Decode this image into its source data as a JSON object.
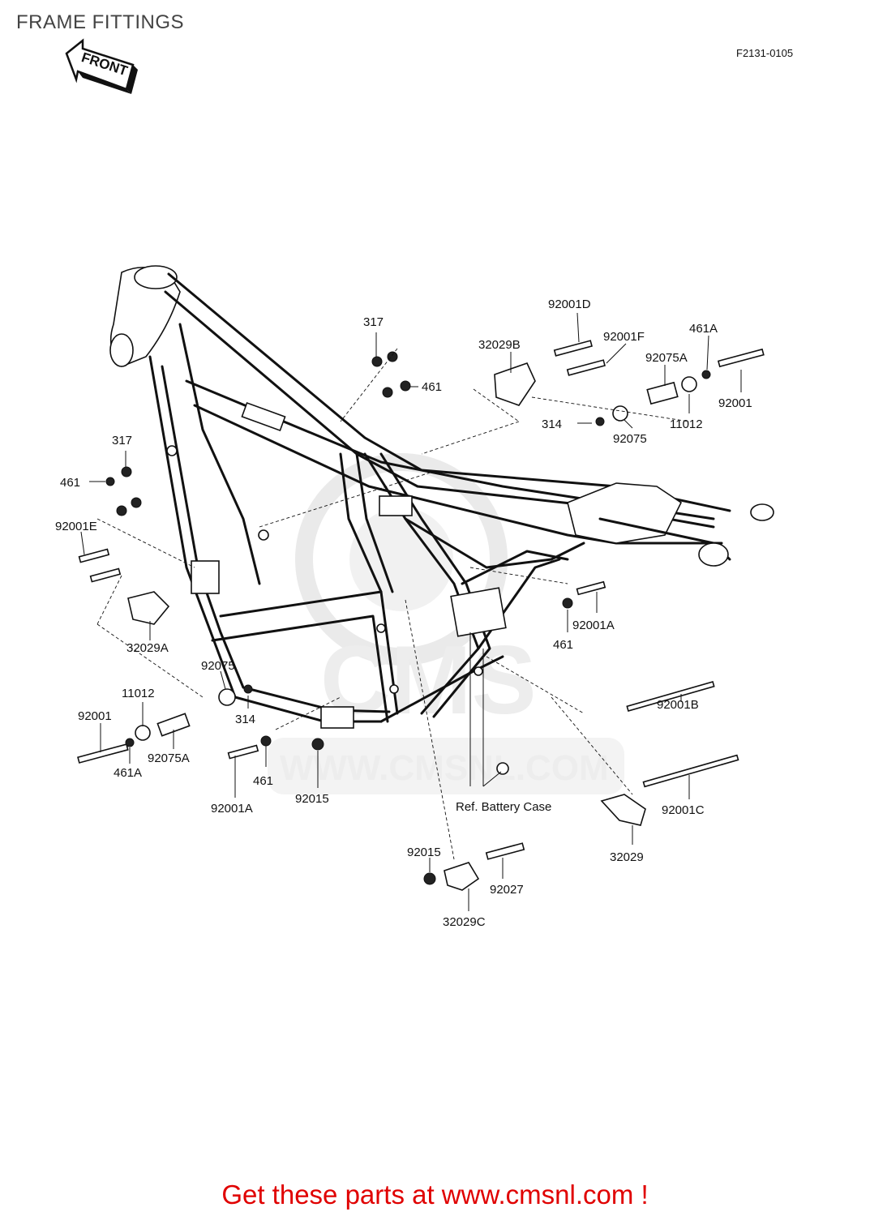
{
  "page": {
    "title": "FRAME FITTINGS",
    "diagram_code": "F2131-0105",
    "front_label": "FRONT",
    "footer_text": "Get these parts at www.cmsnl.com !",
    "watermark_text": "WWW.CMSNL.COM",
    "watermark_logo_text": "CMS",
    "accent_color": "#e00000"
  },
  "labels": {
    "l1": "92001D",
    "l2": "317",
    "l3": "461A",
    "l4": "32029B",
    "l5": "92001F",
    "l6": "92075A",
    "l7": "461",
    "l8": "92001",
    "l9": "314",
    "l10": "11012",
    "l11": "92075",
    "l12": "317",
    "l13": "461",
    "l14": "92001E",
    "l15": "32029A",
    "l16": "92001A",
    "l17": "461",
    "l18": "92075",
    "l19": "11012",
    "l20": "92001",
    "l21": "314",
    "l22": "92001B",
    "l23": "92075A",
    "l24": "461A",
    "l25": "461",
    "l26": "92001A",
    "l27": "92015",
    "l28": "92001C",
    "l29": "Ref.  Battery Case",
    "l30": "32029",
    "l31": "92015",
    "l32": "92027",
    "l33": "32029C"
  }
}
